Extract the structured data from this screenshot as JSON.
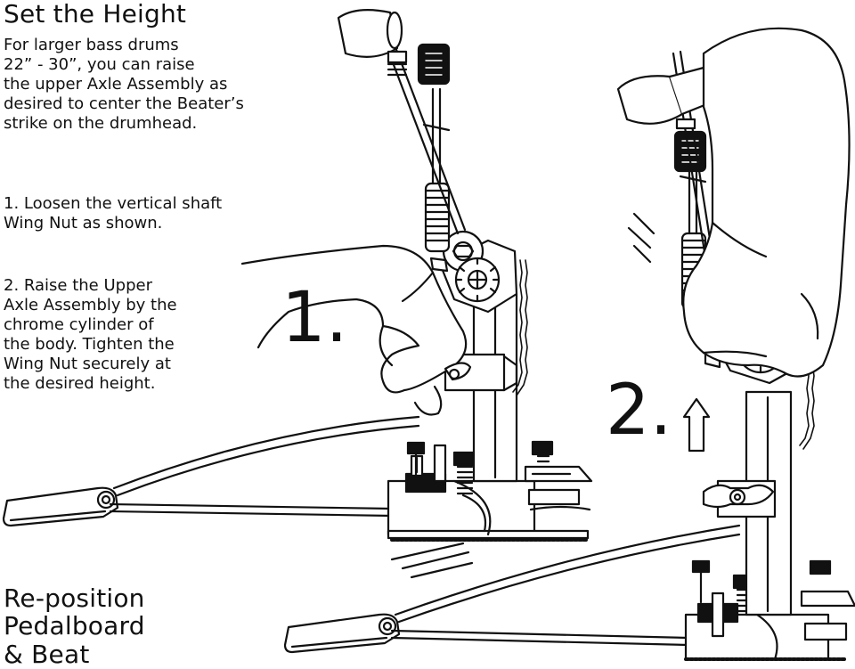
{
  "set_height": {
    "title": "Set the Height",
    "intro": "For larger bass drums\n22” - 30”, you can raise\nthe upper Axle Assembly as\ndesired to center the Beater’s\nstrike on the drumhead.",
    "step_1": "1. Loosen the vertical shaft\nWing Nut as shown.",
    "step_2": "2. Raise the Upper\nAxle Assembly by the\nchrome cylinder of\nthe body.  Tighten the\nWing Nut securely at\nthe desired height."
  },
  "illustration": {
    "label_1": "1.",
    "label_2": "2."
  },
  "reposition": {
    "title": "Re-position\nPedalboard\n& Beat"
  }
}
